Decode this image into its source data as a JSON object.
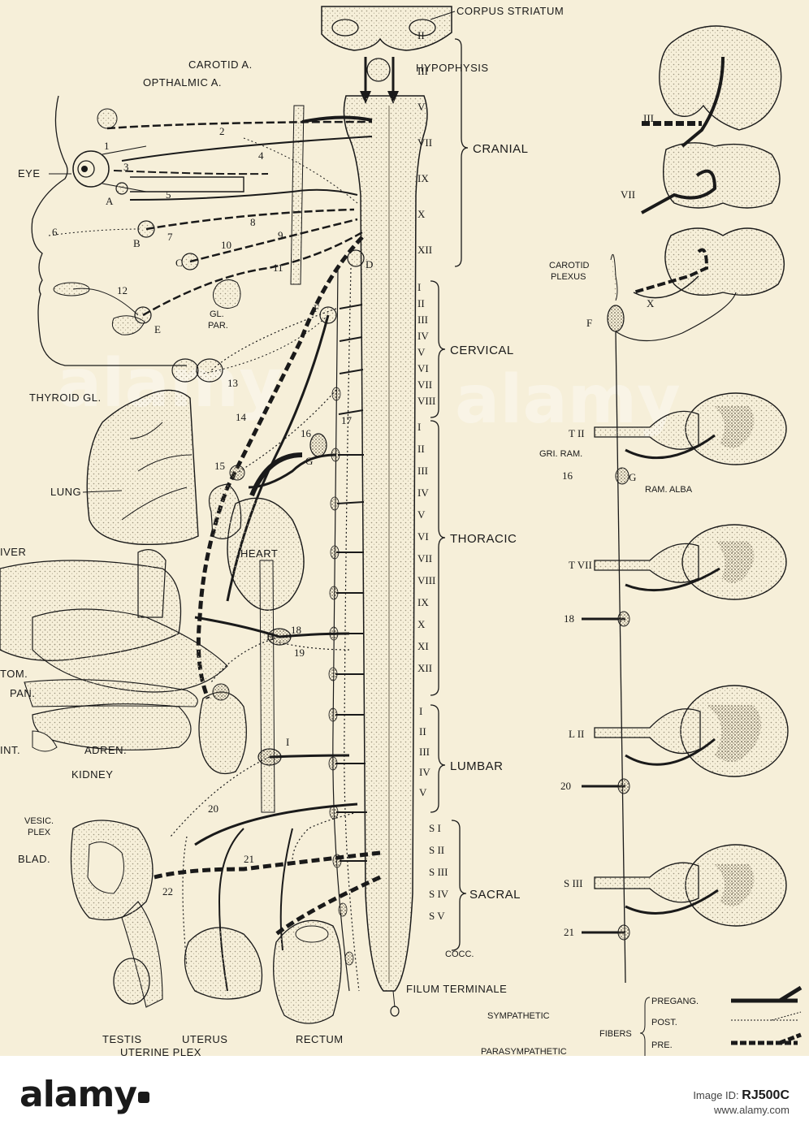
{
  "labels": {
    "corpus_striatum": "CORPUS STRIATUM",
    "carotid_a": "CAROTID A.",
    "opthalmic_a": "OPTHALMIC A.",
    "hypophysis": "HYPOPHYSIS",
    "eye": "EYE",
    "gl_par_1": "GL.",
    "gl_par_2": "PAR.",
    "thyroid_gl": "THYROID GL.",
    "lung": "LUNG",
    "heart": "HEART",
    "liver": "IVER",
    "stom": "TOM.",
    "pan": "PAN.",
    "int": "INT.",
    "adren": "ADREN.",
    "kidney": "KIDNEY",
    "vesic_plex_1": "VESIC.",
    "vesic_plex_2": "PLEX",
    "blad": "BLAD.",
    "testis": "TESTIS",
    "uterus": "UTERUS",
    "uterine_plex": "UTERINE PLEX",
    "rectum": "RECTUM",
    "filum_terminale": "FILUM TERMINALE",
    "carotid_plexus_1": "CAROTID",
    "carotid_plexus_2": "PLEXUS",
    "gri_ram": "GRI. RAM.",
    "ram_alba": "RAM. ALBA",
    "cocc": "COCC."
  },
  "regions": {
    "cranial": "CRANIAL",
    "cervical": "CERVICAL",
    "thoracic": "THORACIC",
    "lumbar": "LUMBAR",
    "sacral": "SACRAL"
  },
  "cranial_nerves": [
    "II",
    "III",
    "V",
    "VII",
    "IX",
    "X",
    "XII"
  ],
  "cervical_segments": [
    "I",
    "II",
    "III",
    "IV",
    "V",
    "VI",
    "VII",
    "VIII"
  ],
  "thoracic_segments": [
    "I",
    "II",
    "III",
    "IV",
    "V",
    "VI",
    "VII",
    "VIII",
    "IX",
    "X",
    "XI",
    "XII"
  ],
  "lumbar_segments": [
    "I",
    "II",
    "III",
    "IV",
    "V"
  ],
  "sacral_segments": [
    "S I",
    "S II",
    "S III",
    "S IV",
    "S V"
  ],
  "ganglia": [
    "A",
    "B",
    "C",
    "D",
    "E",
    "F",
    "G",
    "H",
    "I"
  ],
  "numbers": [
    "1",
    "2",
    "3",
    "4",
    "5",
    "6",
    "7",
    "8",
    "9",
    "10",
    "11",
    "12",
    "13",
    "14",
    "15",
    "16",
    "17",
    "18",
    "19",
    "20",
    "21",
    "22"
  ],
  "side_panel": {
    "nerve_iii": "III",
    "nerve_vii": "VII",
    "nerve_x": "X",
    "f": "F",
    "t_ii": "T II",
    "g": "G",
    "num_16": "16",
    "t_vii": "T VII",
    "num_18": "18",
    "l_ii": "L II",
    "num_20": "20",
    "s_iii": "S III",
    "num_21": "21"
  },
  "legend": {
    "sympathetic": "SYMPATHETIC",
    "parasympathetic": "PARASYMPATHETIC",
    "fibers": "FIBERS",
    "pregang": "PREGANG.",
    "post": "POST.",
    "pre": "PRE."
  },
  "watermark": "alamy",
  "footer": {
    "logo": "alamy",
    "image_id_label": "Image ID:",
    "image_id": "RJ500C",
    "site": "www.alamy.com"
  },
  "colors": {
    "paper": "#f6efd9",
    "ink": "#1a1a1a",
    "stipple": "#c9c0a8"
  }
}
